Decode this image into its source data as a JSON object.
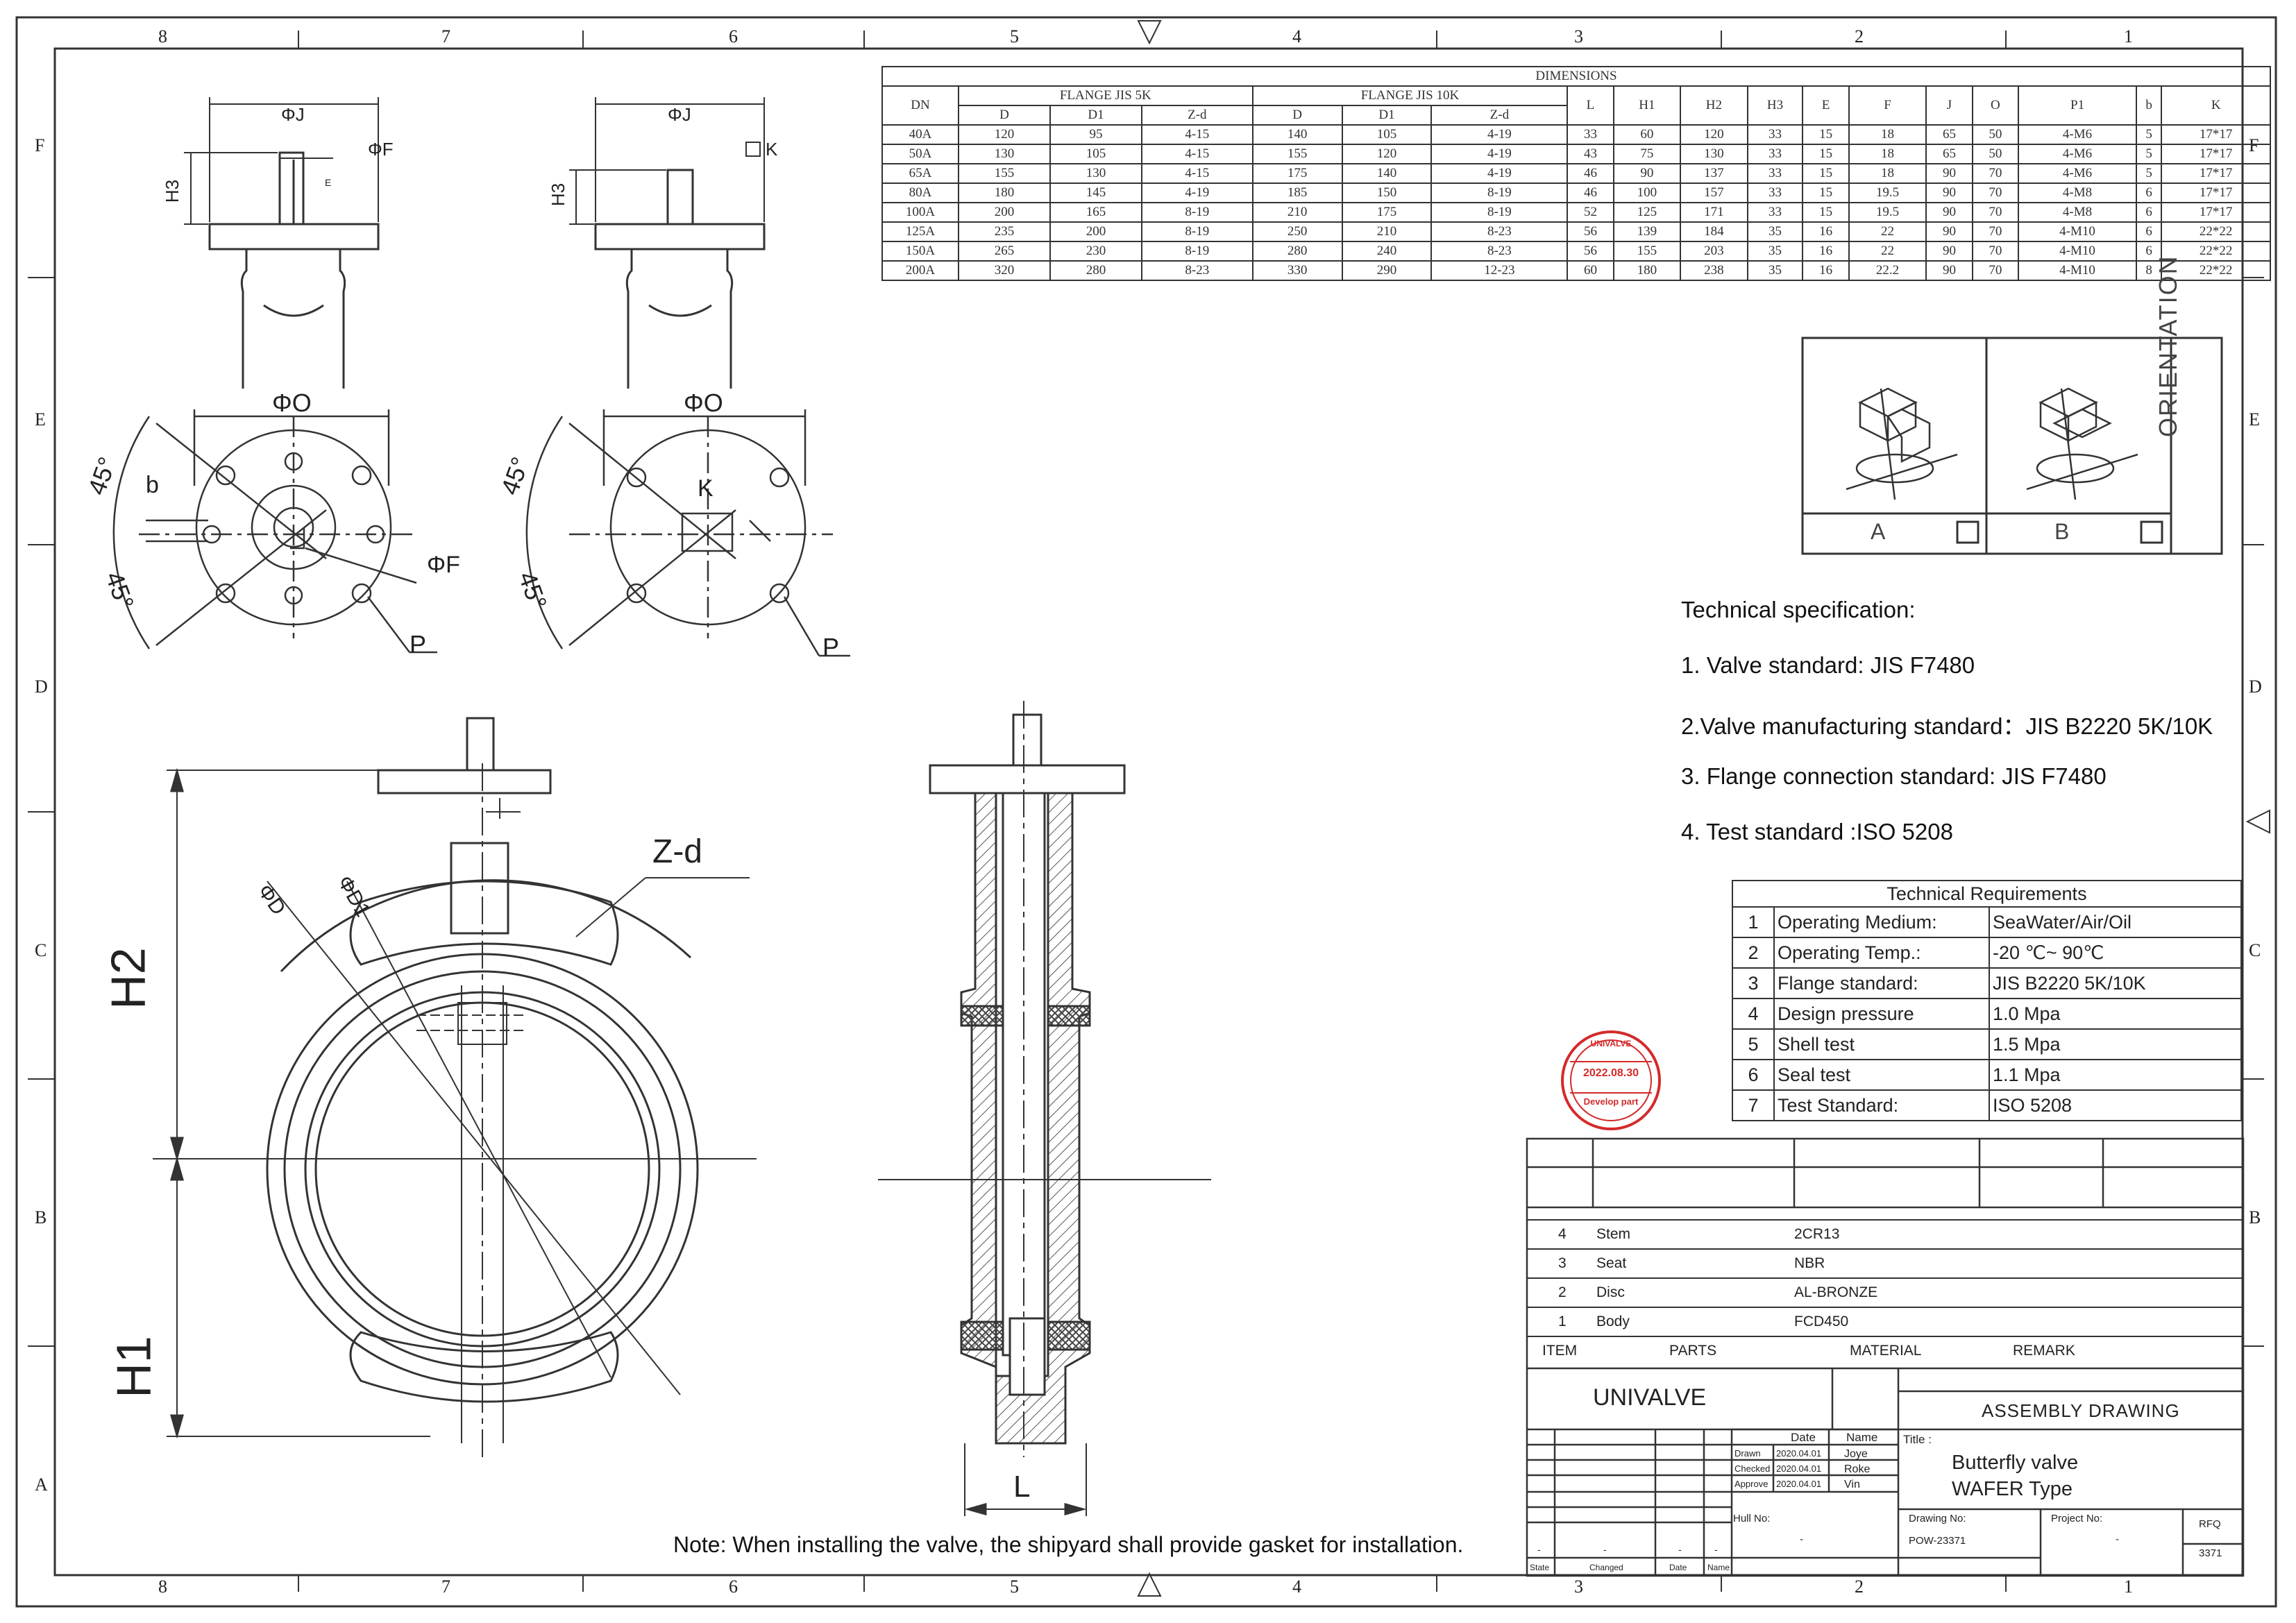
{
  "border": {
    "top_zones": [
      "8",
      "7",
      "6",
      "5",
      "4",
      "3",
      "2",
      "1"
    ],
    "bottom_zones": [
      "8",
      "7",
      "6",
      "5",
      "4",
      "3",
      "2",
      "1"
    ],
    "left_zones": [
      "F",
      "E",
      "D",
      "C",
      "B",
      "A"
    ],
    "right_zones": [
      "F",
      "E",
      "D",
      "C",
      "B"
    ]
  },
  "top_views": {
    "left_labels": [
      "ΦJ",
      "ΦF",
      "H3",
      "E"
    ],
    "right_labels": [
      "ΦJ",
      "K",
      "H3"
    ]
  },
  "flange_views": {
    "left_labels": [
      "ΦO",
      "45°",
      "45°",
      "b",
      "ΦF",
      "P"
    ],
    "right_labels": [
      "ΦO",
      "45°",
      "45°",
      "K",
      "P"
    ]
  },
  "main_view": {
    "labels": [
      "Z-d",
      "H2",
      "H1",
      "ΦD",
      "ΦD1"
    ]
  },
  "section_view": {
    "labels": [
      "L"
    ]
  },
  "dimensions": {
    "title": "DIMENSIONS",
    "group_headers": [
      "DN",
      "FLANGE JIS 5K",
      "FLANGE JIS 10K",
      "L",
      "H1",
      "H2",
      "H3",
      "E",
      "F",
      "J",
      "O",
      "P1",
      "b",
      "K"
    ],
    "sub_headers": [
      "D",
      "D1",
      "Z-d",
      "D",
      "D1",
      "Z-d"
    ],
    "rows": [
      [
        "40A",
        "120",
        "95",
        "4-15",
        "140",
        "105",
        "4-19",
        "33",
        "60",
        "120",
        "33",
        "15",
        "18",
        "65",
        "50",
        "4-M6",
        "5",
        "17*17"
      ],
      [
        "50A",
        "130",
        "105",
        "4-15",
        "155",
        "120",
        "4-19",
        "43",
        "75",
        "130",
        "33",
        "15",
        "18",
        "65",
        "50",
        "4-M6",
        "5",
        "17*17"
      ],
      [
        "65A",
        "155",
        "130",
        "4-15",
        "175",
        "140",
        "4-19",
        "46",
        "90",
        "137",
        "33",
        "15",
        "18",
        "90",
        "70",
        "4-M6",
        "5",
        "17*17"
      ],
      [
        "80A",
        "180",
        "145",
        "4-19",
        "185",
        "150",
        "8-19",
        "46",
        "100",
        "157",
        "33",
        "15",
        "19.5",
        "90",
        "70",
        "4-M8",
        "6",
        "17*17"
      ],
      [
        "100A",
        "200",
        "165",
        "8-19",
        "210",
        "175",
        "8-19",
        "52",
        "125",
        "171",
        "33",
        "15",
        "19.5",
        "90",
        "70",
        "4-M8",
        "6",
        "17*17"
      ],
      [
        "125A",
        "235",
        "200",
        "8-19",
        "250",
        "210",
        "8-23",
        "56",
        "139",
        "184",
        "35",
        "16",
        "22",
        "90",
        "70",
        "4-M10",
        "6",
        "22*22"
      ],
      [
        "150A",
        "265",
        "230",
        "8-19",
        "280",
        "240",
        "8-23",
        "56",
        "155",
        "203",
        "35",
        "16",
        "22",
        "90",
        "70",
        "4-M10",
        "6",
        "22*22"
      ],
      [
        "200A",
        "320",
        "280",
        "8-23",
        "330",
        "290",
        "12-23",
        "60",
        "180",
        "238",
        "35",
        "16",
        "22.2",
        "90",
        "70",
        "4-M10",
        "8",
        "22*22"
      ]
    ]
  },
  "orientation": {
    "title": "ORIENTATION",
    "option_a": "A",
    "option_b": "B"
  },
  "tech_spec": {
    "heading": "Technical specification:",
    "items": [
      "1. Valve standard: JIS F7480",
      "2.Valve manufacturing standard：JIS B2220 5K/10K",
      "3. Flange connection standard: JIS F7480",
      "4. Test standard :ISO 5208"
    ]
  },
  "tech_requirements": {
    "title": "Technical Requirements",
    "rows": [
      [
        "1",
        "Operating Medium:",
        "SeaWater/Air/Oil"
      ],
      [
        "2",
        "Operating Temp.:",
        "-20 ℃~  90℃"
      ],
      [
        "3",
        "Flange standard:",
        "JIS B2220 5K/10K"
      ],
      [
        "4",
        "Design pressure",
        "1.0 Mpa"
      ],
      [
        "5",
        "Shell test",
        "1.5 Mpa"
      ],
      [
        "6",
        "Seal test",
        "1.1 Mpa"
      ],
      [
        "7",
        "Test Standard:",
        "ISO 5208"
      ]
    ]
  },
  "stamp": {
    "top": "UNIVALVE",
    "date": "2022.08.30",
    "bottom": "Develop part",
    "color": "#d42a2a"
  },
  "parts_list": {
    "rows": [
      [
        "4",
        "Stem",
        "2CR13",
        ""
      ],
      [
        "3",
        "Seat",
        "NBR",
        ""
      ],
      [
        "2",
        "Disc",
        "AL-BRONZE",
        ""
      ],
      [
        "1",
        "Body",
        "FCD450",
        ""
      ]
    ],
    "headers": [
      "ITEM",
      "PARTS",
      "MATERIAL",
      "REMARK"
    ]
  },
  "title_block": {
    "company": "UNIVALVE",
    "drawing_kind": "ASSEMBLY DRAWING",
    "approval_headers": [
      "Date",
      "Name"
    ],
    "approvals": [
      [
        "Drawn",
        "2020.04.01",
        "Joye"
      ],
      [
        "Checked",
        "2020.04.01",
        "Roke"
      ],
      [
        "Approve",
        "2020.04.01",
        "Vin"
      ]
    ],
    "title_label": "Title :",
    "title_line1": "Butterfly  valve",
    "title_line2": "WAFER Type",
    "hull_label": "Hull No:",
    "hull_value": "-",
    "drawing_no_label": "Drawing No:",
    "drawing_no": "POW-23371",
    "project_no_label": "Project No:",
    "project_no": "-",
    "rfq_label": "RFQ",
    "rfq_value": "3371",
    "revision_headers": [
      "State",
      "Changed",
      "Date",
      "Name"
    ],
    "revision_values": [
      "-",
      "-",
      "-",
      "-"
    ]
  },
  "note": "Note:  When installing the valve, the shipyard shall provide gasket for installation."
}
